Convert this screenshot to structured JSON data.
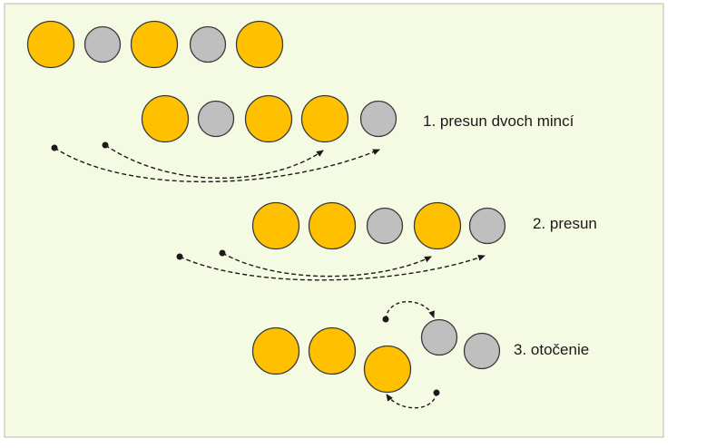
{
  "colors": {
    "panel_fill": "#f5fbe3",
    "panel_border": "#b9b9b9",
    "gold_fill": "#ffc000",
    "gold_stroke": "#3a3a3a",
    "silver_fill": "#bfbfbf",
    "silver_stroke": "#3a3a3a",
    "arrow": "#1a1a1a"
  },
  "rows": [
    {
      "coins": [
        "gold",
        "silver",
        "gold",
        "silver",
        "gold"
      ],
      "label": ""
    },
    {
      "coins": [
        "gold",
        "silver",
        "gold",
        "gold",
        "silver"
      ],
      "label": "1. presun dvoch mincí"
    },
    {
      "coins": [
        "gold",
        "gold",
        "silver",
        "gold",
        "silver"
      ],
      "label": "2. presun"
    },
    {
      "coins": [
        "gold",
        "gold",
        "gold",
        "silver",
        "silver"
      ],
      "label": "3. otočenie"
    }
  ]
}
